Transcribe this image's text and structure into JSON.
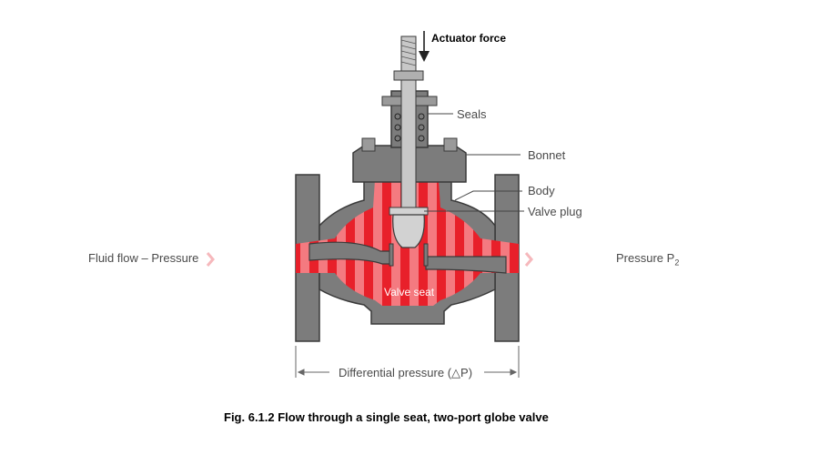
{
  "labels": {
    "actuator_force": "Actuator force",
    "seals": "Seals",
    "bonnet": "Bonnet",
    "body": "Body",
    "valve_plug": "Valve plug",
    "valve_seat": "Valve seat",
    "fluid_flow": "Fluid flow – Pressure",
    "pressure_out": "Pressure P",
    "pressure_out_sub": "2",
    "differential": "Differential pressure (△P)"
  },
  "caption": "Fig. 6.1.2 Flow through a single seat, two-port globe valve",
  "colors": {
    "metal": "#7c7c7c",
    "metal_outline": "#3a3a3a",
    "fluid_dark": "#e8202a",
    "fluid_light": "#f47a80",
    "stem": "#c8c8c8",
    "plug": "#d2d2d2"
  }
}
